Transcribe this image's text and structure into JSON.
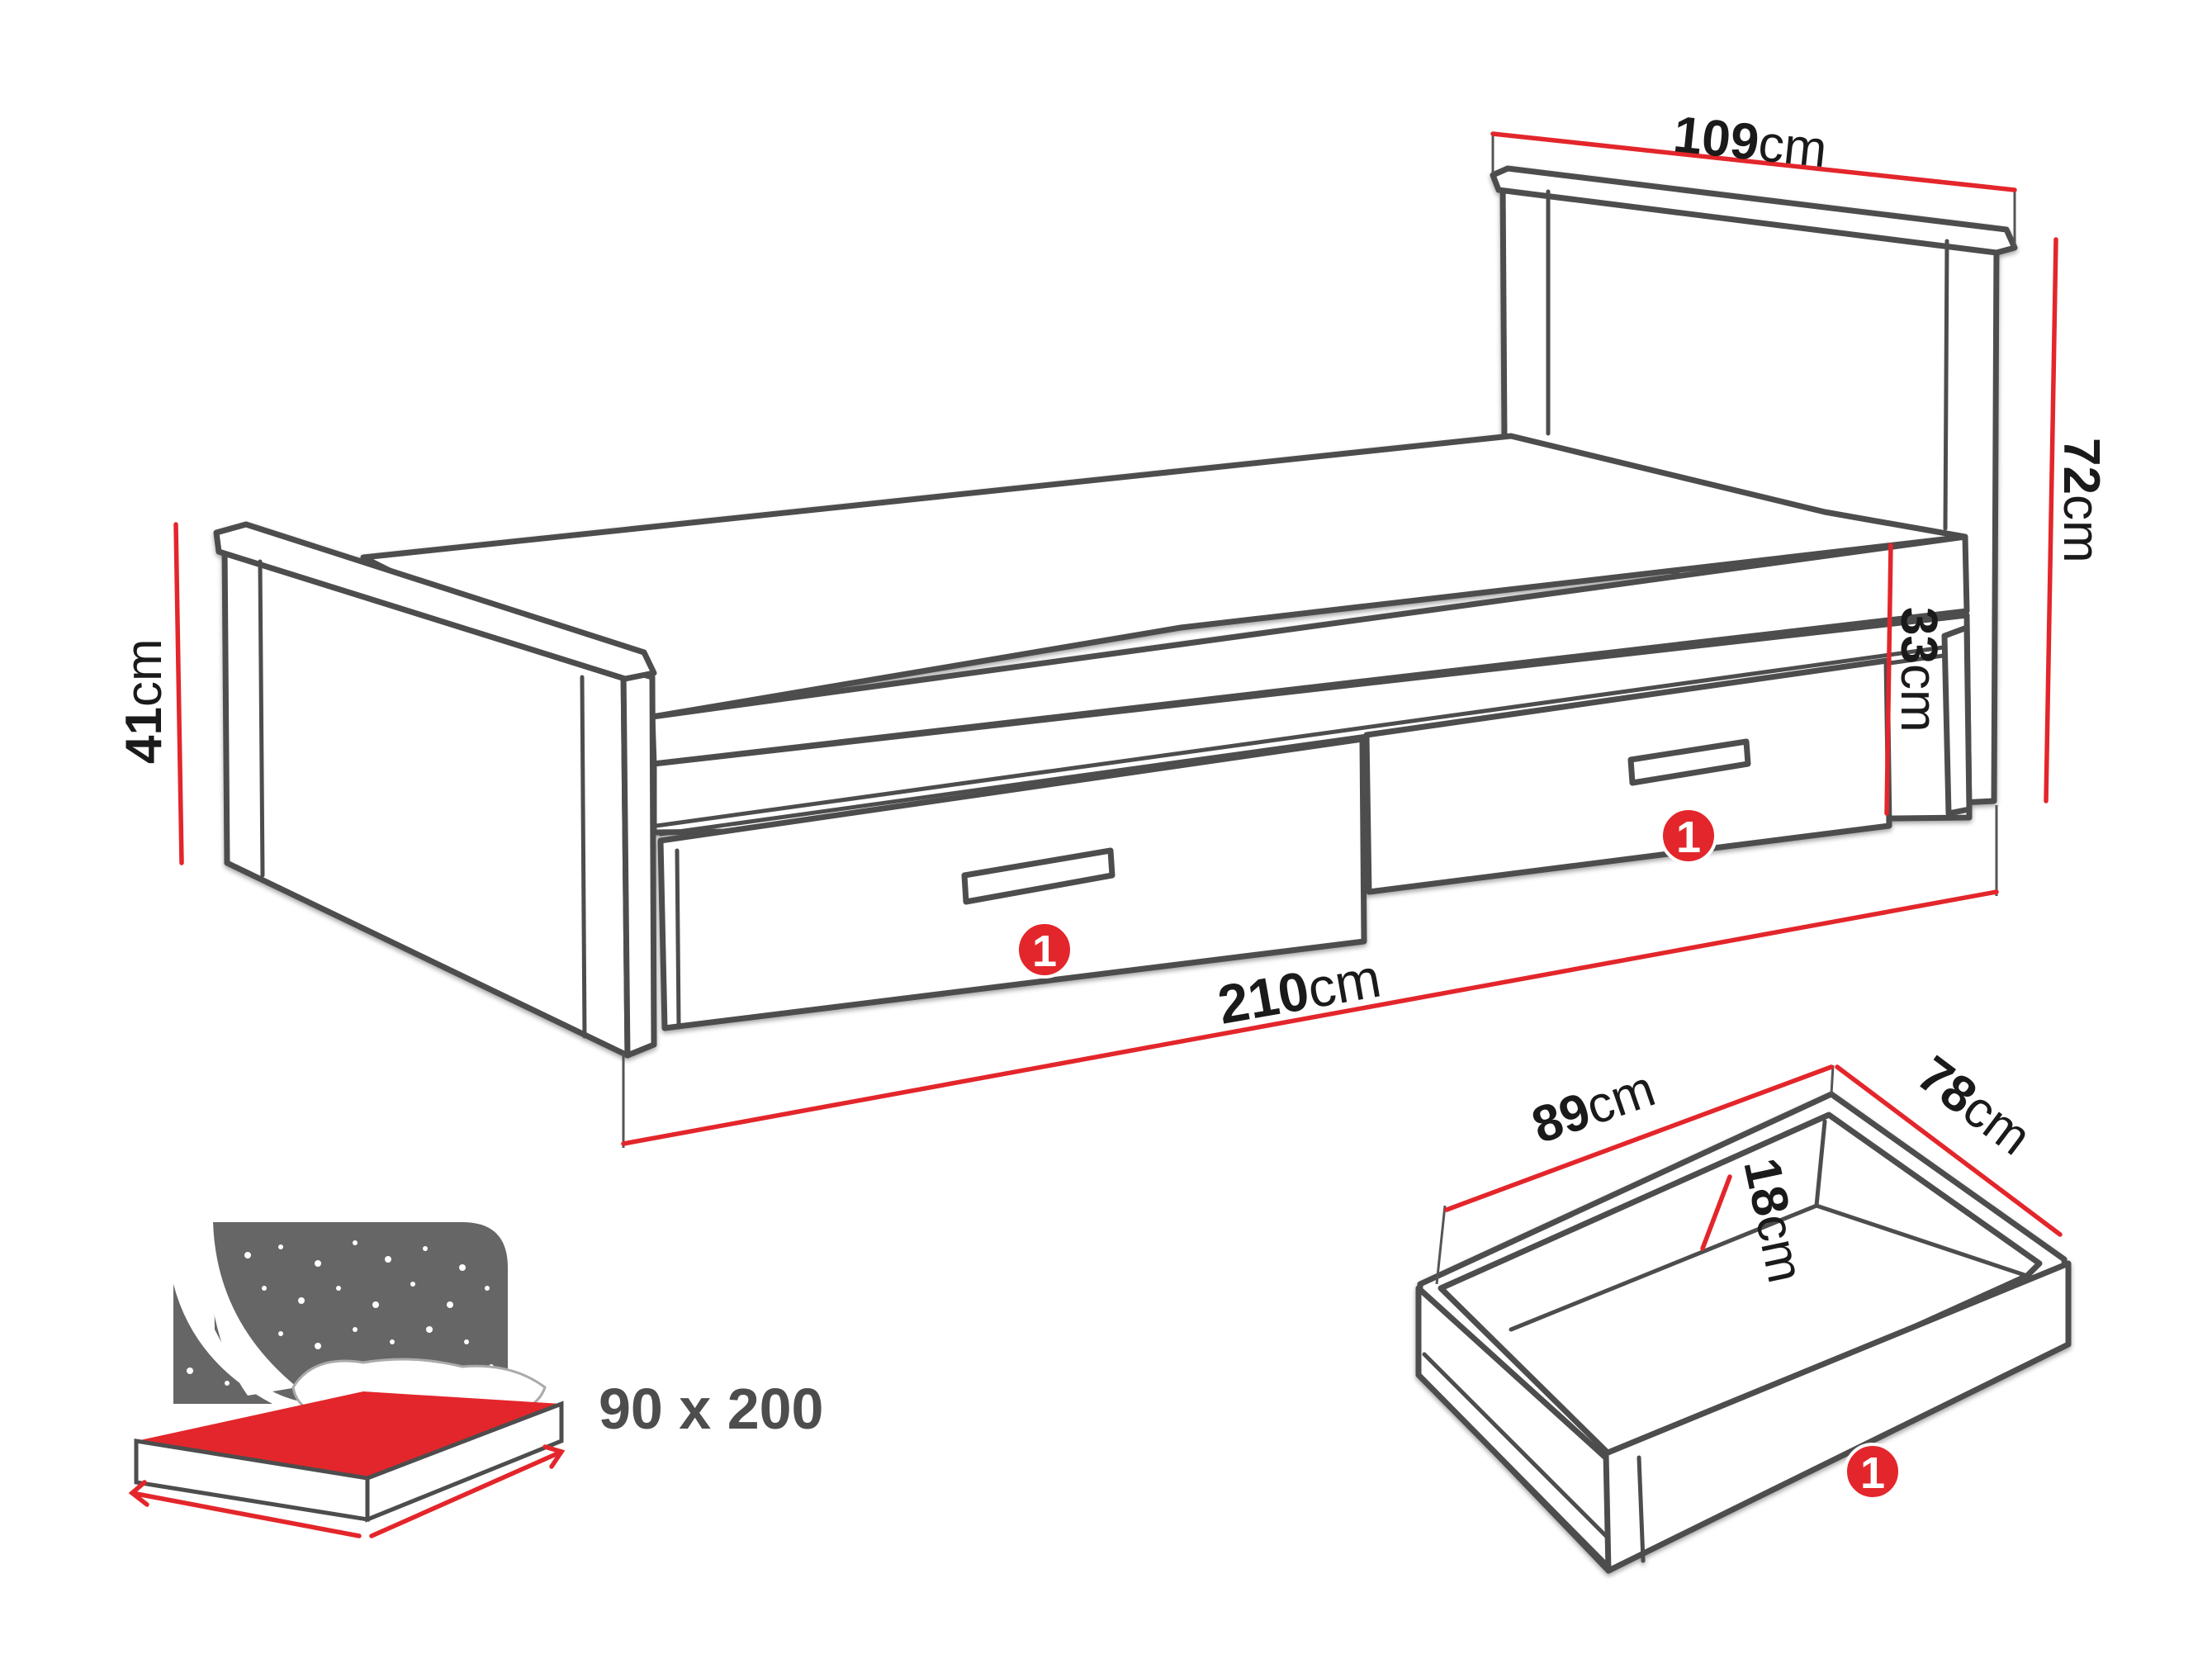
{
  "dimensions": {
    "headboard_width": {
      "value": "109",
      "unit": "cm"
    },
    "headboard_height": {
      "value": "72",
      "unit": "cm"
    },
    "footboard_height": {
      "value": "41",
      "unit": "cm"
    },
    "frame_height": {
      "value": "33",
      "unit": "cm"
    },
    "bed_length": {
      "value": "210",
      "unit": "cm"
    },
    "drawer_length": {
      "value": "89",
      "unit": "cm"
    },
    "drawer_depth": {
      "value": "78",
      "unit": "cm"
    },
    "drawer_height": {
      "value": "18",
      "unit": "cm"
    }
  },
  "drawer_badge": "1",
  "mattress_size": "90 x 200",
  "colors": {
    "dimension_line": "#e3262b",
    "outline": "#4d4d4d",
    "badge": "#e3262b",
    "mattress_top": "#e3262b",
    "night_panel": "#666666"
  },
  "icons": [
    "bed-line-drawing",
    "drawer-line-drawing",
    "mattress-icon",
    "night-sky-icon"
  ]
}
